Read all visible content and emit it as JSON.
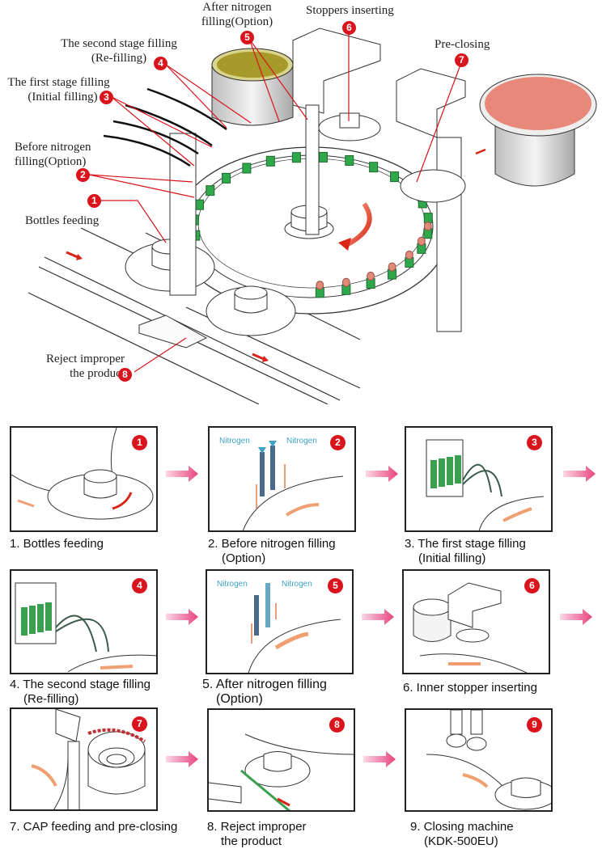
{
  "main_diagram": {
    "labels": [
      {
        "num": "1",
        "text": "Bottles feeding"
      },
      {
        "num": "2",
        "text_line1": "Before nitrogen",
        "text_line2": "filling(Option)"
      },
      {
        "num": "3",
        "text_line1": "The first stage filling",
        "text_line2": "(Initial filling)"
      },
      {
        "num": "4",
        "text_line1": "The second stage filling",
        "text_line2": "(Re-filling)"
      },
      {
        "num": "5",
        "text_line1": "After nitrogen",
        "text_line2": "filling(Option)"
      },
      {
        "num": "6",
        "text": "Stoppers inserting"
      },
      {
        "num": "7",
        "text": "Pre-closing"
      },
      {
        "num": "8",
        "text_line1": "Reject improper",
        "text_line2": "the product"
      }
    ]
  },
  "steps": [
    {
      "num": "1",
      "line1": "1. Bottles feeding",
      "line2": ""
    },
    {
      "num": "2",
      "line1": "2. Before nitrogen filling",
      "line2": "(Option)",
      "nitrogen_left": "Nitrogen",
      "nitrogen_right": "Nitrogen"
    },
    {
      "num": "3",
      "line1": "3. The first stage filling",
      "line2": "(Initial filling)"
    },
    {
      "num": "4",
      "line1": "4. The second stage filling",
      "line2": "(Re-filling)"
    },
    {
      "num": "5",
      "line1": "5. After nitrogen filling",
      "line2": "(Option)",
      "nitrogen_left": "Nitrogen",
      "nitrogen_right": "Nitrogen"
    },
    {
      "num": "6",
      "line1": "6. Inner stopper inserting",
      "line2": ""
    },
    {
      "num": "7",
      "line1": "7. CAP feeding and pre-closing",
      "line2": ""
    },
    {
      "num": "8",
      "line1": "8. Reject improper",
      "line2": "the product"
    },
    {
      "num": "9",
      "line1": "9. Closing machine",
      "line2": "(KDK-500EU)"
    }
  ],
  "colors": {
    "badge_red": "#d9141c",
    "bottle_green": "#2ea84a",
    "cap_pink": "#e08a7a",
    "flow_arrow_pink": "#e8447e",
    "nitrogen_blue": "#3ea3c7",
    "stopper_yellow": "#b8a42a"
  }
}
